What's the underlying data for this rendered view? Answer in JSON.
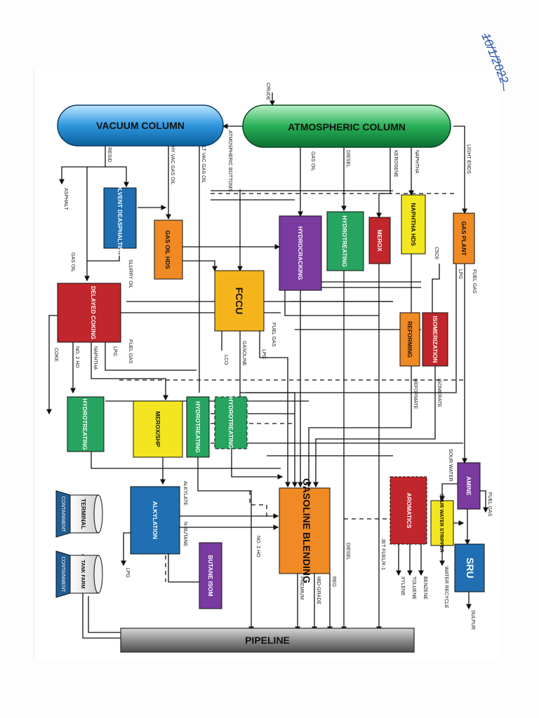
{
  "handwriting": "10/1/2022",
  "diagram": {
    "units": {
      "vacuum_column": "VACUUM COLUMN",
      "atmospheric_column": "ATMOSPHERIC COLUMN",
      "solvent_deasphalting": "SOLVENT DEASPHALTING",
      "gas_oil_hds": "GAS OIL HDS",
      "hydrocracking": "HYDROCRACKING",
      "hydrotreating_top": "HYDROTREATING",
      "merox": "MEROX",
      "naphtha_hds": "NAPHTHA HDS",
      "gas_plant": "GAS PLANT",
      "delayed_coking": "DELAYED COKING",
      "fccu": "FCCU",
      "reforming": "REFORMING",
      "isomerization": "ISOMERIZATION",
      "hydrotreating_1": "HYDROTREATING",
      "merox_shp": "MEROX/SHP",
      "hydrotreating_2": "HYDROTREATING",
      "hydrotreating_3": "HYDROTREATING",
      "amine": "AMINE",
      "alkylation": "ALKYLATION",
      "gasoline_blending": "GASOLINE BLENDING",
      "aromatics": "AROMATICS",
      "sour_water_stripper": "SOUR WATER STRIPPER",
      "butane_isom": "BUTANE ISOM",
      "sru": "SRU",
      "terminal": "TERMINAL",
      "tank_farm": "TANK FARM",
      "containment_1": "CONTAINMENT",
      "containment_2": "CONTAINMENT",
      "pipeline": "PIPELINE"
    },
    "streams": {
      "crude": "CRUDE",
      "atmospheric_bottoms": "ATMOSPHERIC BOTTOMS",
      "resid": "RESID",
      "hy_vac_gas_oil": "HY VAC GAS OIL",
      "lt_vac_gas_oil": "LT VAC GAS OIL",
      "gas_oil": "GAS OIL",
      "diesel": "DIESEL",
      "kerosene": "KEROSENE",
      "naphtha": "NAPHTHA",
      "light_ends": "LIGHT ENDS",
      "asphalt": "ASPHALT",
      "c5c6": "C5C6",
      "lpg": "LPG",
      "fuel_gas": "FUEL GAS",
      "gas_oil_2": "GAS OIL",
      "slurry_oil": "SLURRY OIL",
      "coke": "COKE",
      "no2_ho": "NO. 2 HO",
      "naphtha_2": "NAPHTHA",
      "lpg_2": "LPG",
      "fuel_gas_2": "FUEL GAS",
      "fuel_gas_3": "FUEL GAS",
      "lco": "LCO",
      "gasoline": "GASOLINE",
      "lpg_3": "LPG",
      "reformate": "REFORMATE",
      "isomerate": "ISOMERATE",
      "sour_water": "SOUR WATER",
      "fuel_gas_4": "FUEL GAS",
      "alkylate": "ALKYLATE",
      "n_butane": "N-BUTANE",
      "no2_ho_2": "NO. 2 HO",
      "diesel_2": "DIESEL",
      "jet_fuel": "JET FUEL/K-1",
      "benzene": "BENZENE",
      "toluene": "TOLUENE",
      "xylene": "XYLENE",
      "water_recycle": "WATER RECYCLE",
      "sulfur": "SULFUR",
      "lpg_4": "LPG",
      "reg": "REG",
      "mid_grade": "MID-GRADE",
      "premium": "PREMIUM"
    }
  }
}
